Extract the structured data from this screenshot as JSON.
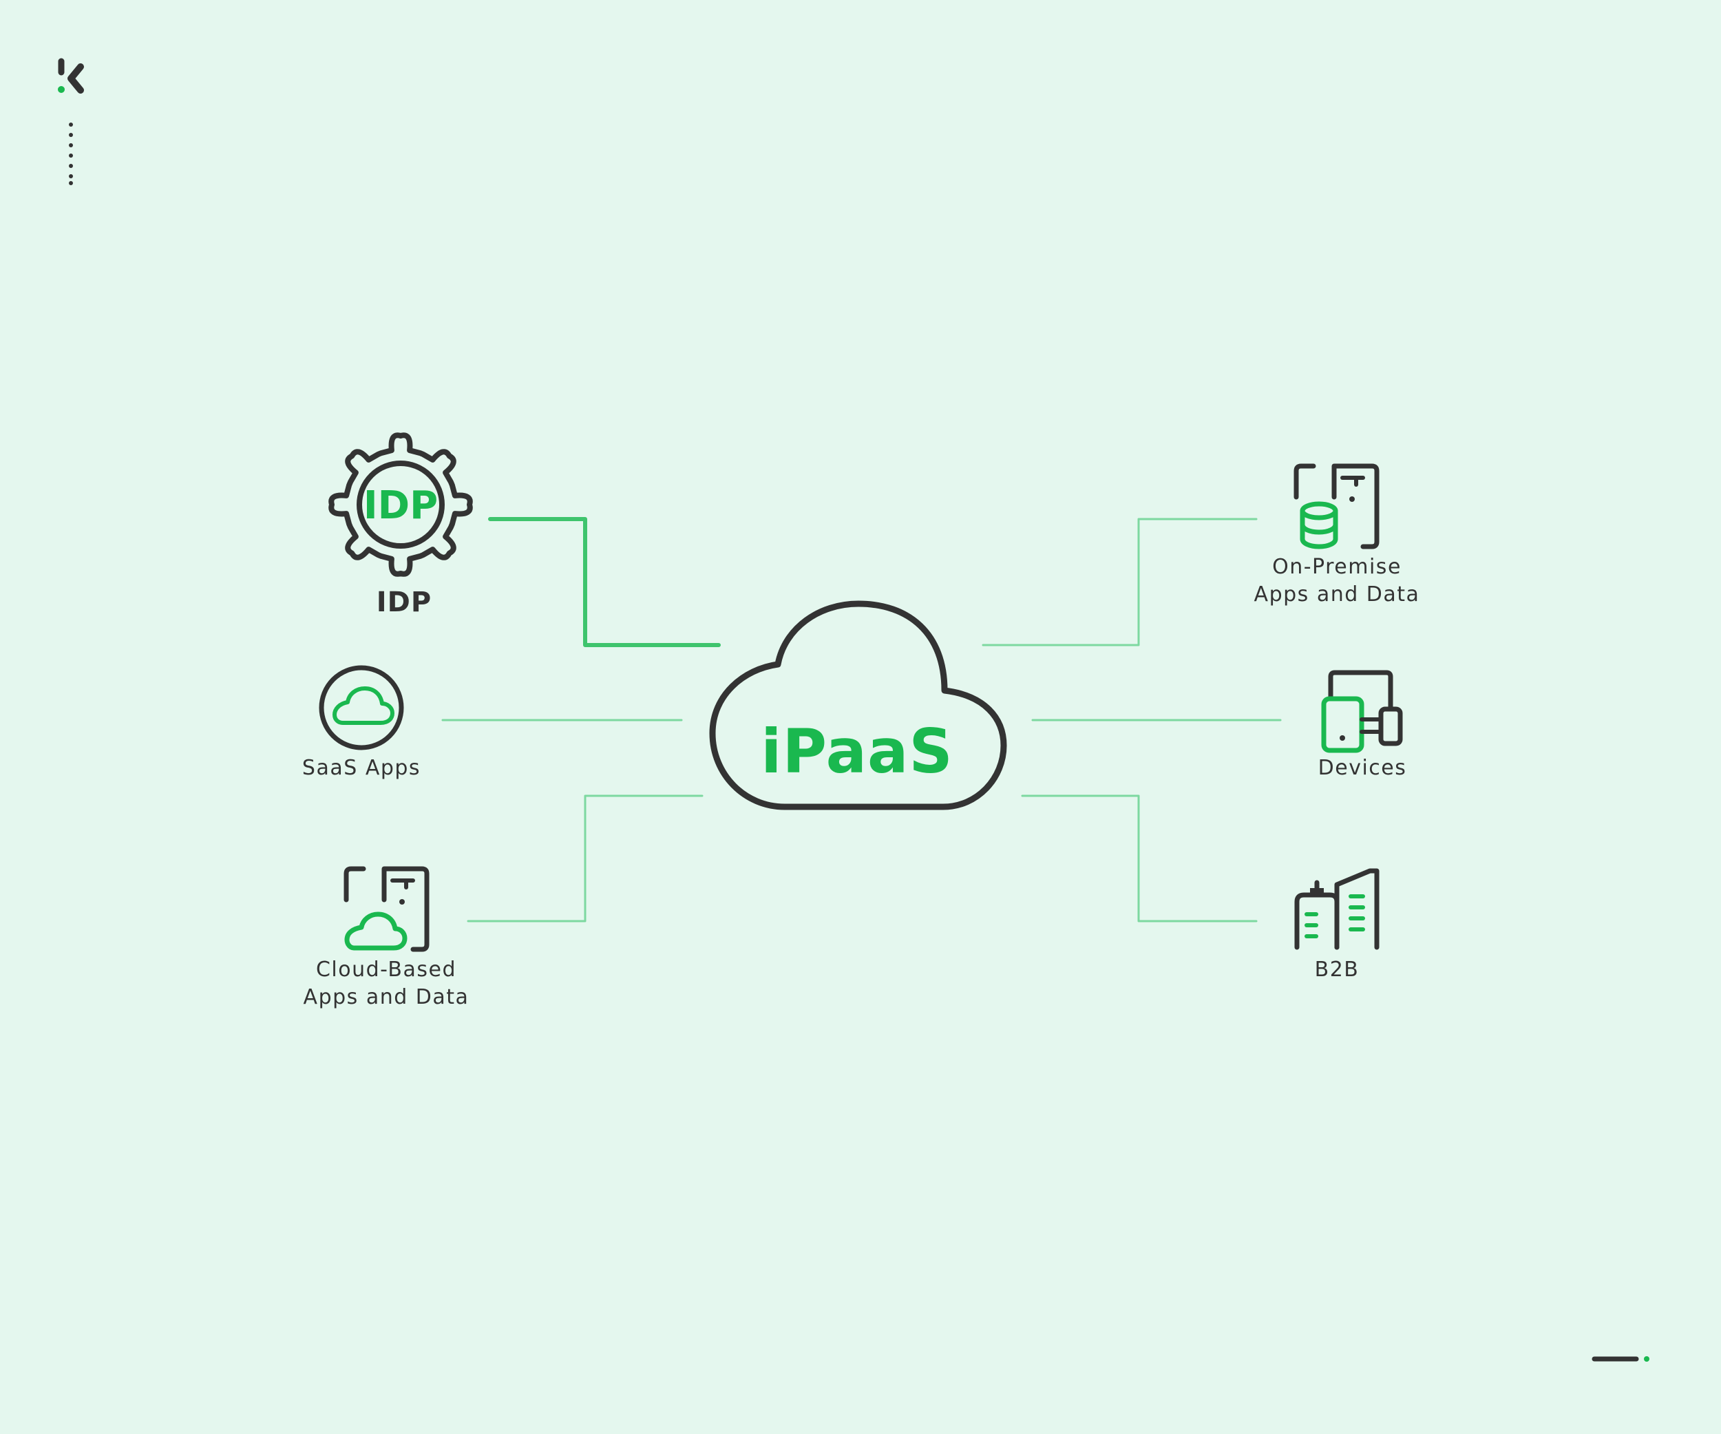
{
  "colors": {
    "background": "#e4f7ee",
    "accent": "#1ab84f",
    "accent_light": "#7dd8a0",
    "ink": "#333333"
  },
  "center": {
    "label": "iPaaS",
    "icon": "cloud-icon"
  },
  "nodes": [
    {
      "id": "idp",
      "label": "IDP",
      "icon": "gear-icon",
      "icon_text": "IDP",
      "emphasized": true
    },
    {
      "id": "saas",
      "label": "SaaS Apps",
      "icon": "cloud-circle-icon"
    },
    {
      "id": "cloud-based",
      "label_line1": "Cloud-Based",
      "label_line2": "Apps and Data",
      "icon": "cloud-server-icon"
    },
    {
      "id": "on-premise",
      "label_line1": "On-Premise",
      "label_line2": "Apps and Data",
      "icon": "database-server-icon"
    },
    {
      "id": "devices",
      "label": "Devices",
      "icon": "devices-icon"
    },
    {
      "id": "b2b",
      "label": "B2B",
      "icon": "buildings-icon"
    }
  ],
  "branding": {
    "logo": "k-logo-icon",
    "footer_mark": "dash-dot-icon"
  }
}
